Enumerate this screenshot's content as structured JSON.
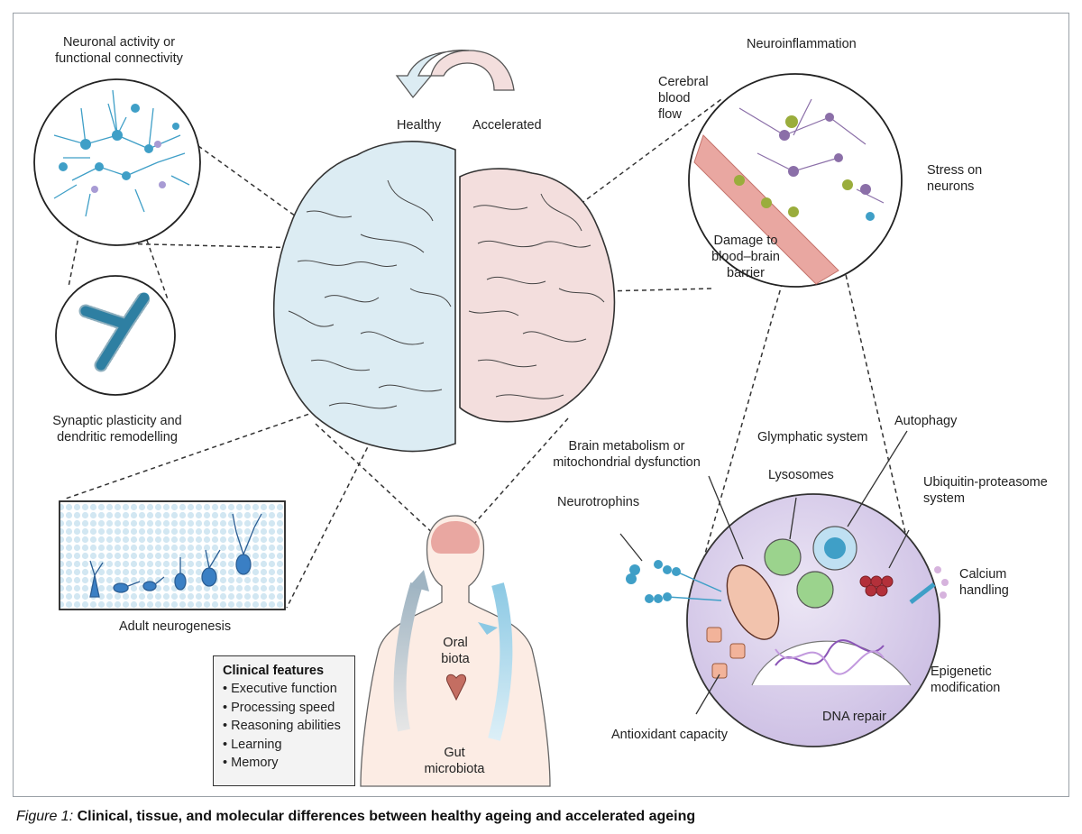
{
  "top_arrow": {
    "left_label": "Healthy",
    "right_label": "Accelerated"
  },
  "labels": {
    "neuronal": [
      "Neuronal activity or",
      "functional connectivity"
    ],
    "synaptic": [
      "Synaptic plasticity and",
      "dendritic remodelling"
    ],
    "neurogenesis": "Adult neurogenesis",
    "neuroinflammation": "Neuroinflammation",
    "cerebral_blood_flow": [
      "Cerebral",
      "blood",
      "flow"
    ],
    "stress_neurons": [
      "Stress on",
      "neurons"
    ],
    "bbb_damage": [
      "Damage to",
      "blood–brain",
      "barrier"
    ],
    "glymphatic": "Glymphatic system",
    "autophagy": "Autophagy",
    "metabolism": [
      "Brain metabolism or",
      "mitochondrial dysfunction"
    ],
    "lysosomes": "Lysosomes",
    "ubiquitin": [
      "Ubiquitin-proteasome",
      "system"
    ],
    "neurotrophins": "Neurotrophins",
    "calcium": [
      "Calcium",
      "handling"
    ],
    "epigenetic": [
      "Epigenetic",
      "modification"
    ],
    "dna_repair": "DNA repair",
    "antioxidant": "Antioxidant capacity",
    "oral_biota": [
      "Oral",
      "biota"
    ],
    "gut_microbiota": [
      "Gut",
      "microbiota"
    ]
  },
  "clinical": {
    "title": "Clinical features",
    "items": [
      "Executive function",
      "Processing speed",
      "Reasoning abilities",
      "Learning",
      "Memory"
    ]
  },
  "caption": {
    "figure": "Figure 1:",
    "title": "Clinical, tissue, and molecular differences between healthy ageing and accelerated ageing"
  },
  "colors": {
    "healthy": "#dcecf3",
    "accelerated": "#f3dedd",
    "neuron": "#3f9fc7",
    "outline": "#333333"
  }
}
